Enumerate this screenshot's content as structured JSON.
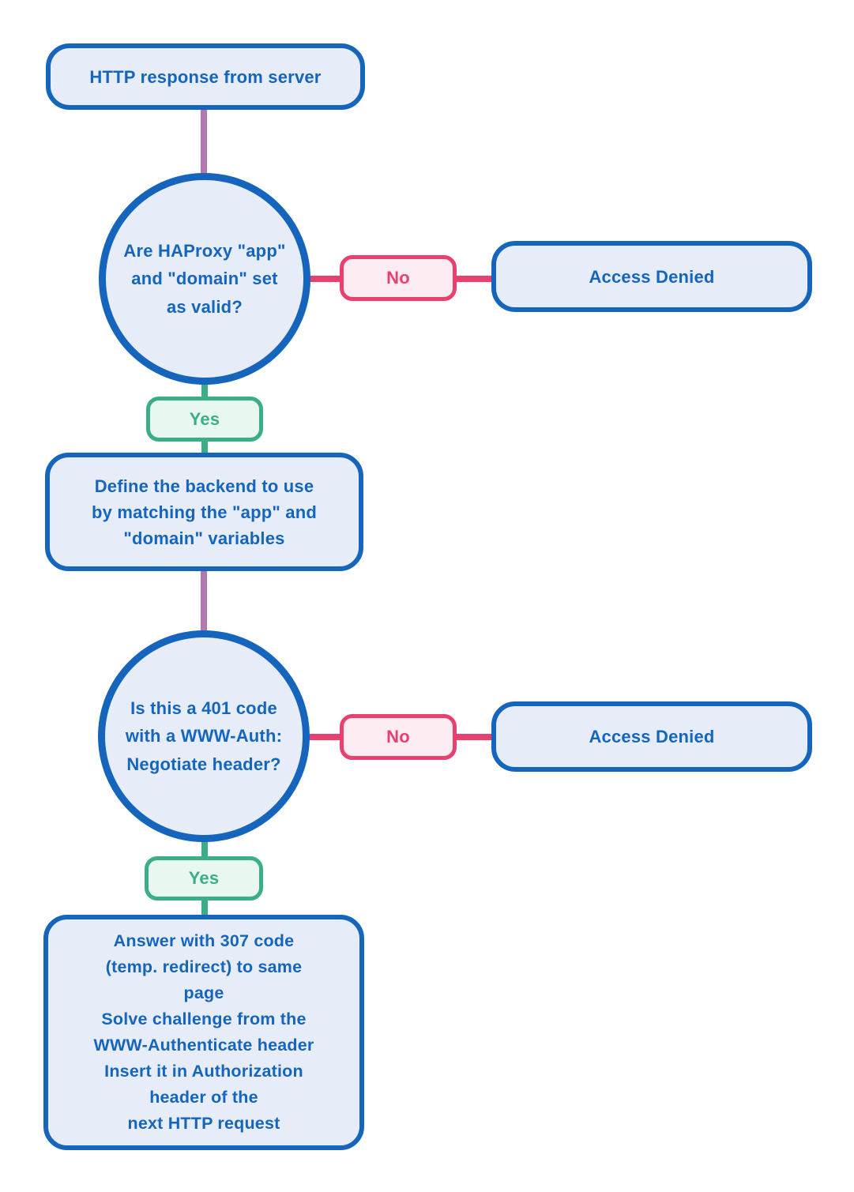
{
  "colors": {
    "blue": "#1565bd",
    "blue_fill": "#e7edf8",
    "pink": "#e8416f",
    "pink_fill": "#fdecf2",
    "green": "#3bae89",
    "green_fill": "#e9f7f1",
    "purple_connector": "#b478af",
    "background": "#ffffff"
  },
  "flowchart": {
    "start": {
      "text": "HTTP response from server"
    },
    "decision_app_domain": {
      "text": "Are HAProxy \"app\"\nand \"domain\" set\nas valid?"
    },
    "no_1": {
      "text": "No"
    },
    "access_denied_1": {
      "text": "Access Denied"
    },
    "yes_1": {
      "text": "Yes"
    },
    "define_backend": {
      "text": "Define the backend to use\nby matching the \"app\" and\n\"domain\" variables"
    },
    "decision_401": {
      "text": "Is this a 401 code\nwith a WWW-Auth:\nNegotiate header?"
    },
    "no_2": {
      "text": "No"
    },
    "access_denied_2": {
      "text": "Access Denied"
    },
    "yes_2": {
      "text": "Yes"
    },
    "answer_307": {
      "text": "Answer with 307 code\n(temp. redirect) to same\npage\nSolve challenge from the\nWWW-Authenticate header\nInsert it in Authorization\nheader of the\nnext HTTP request"
    }
  }
}
